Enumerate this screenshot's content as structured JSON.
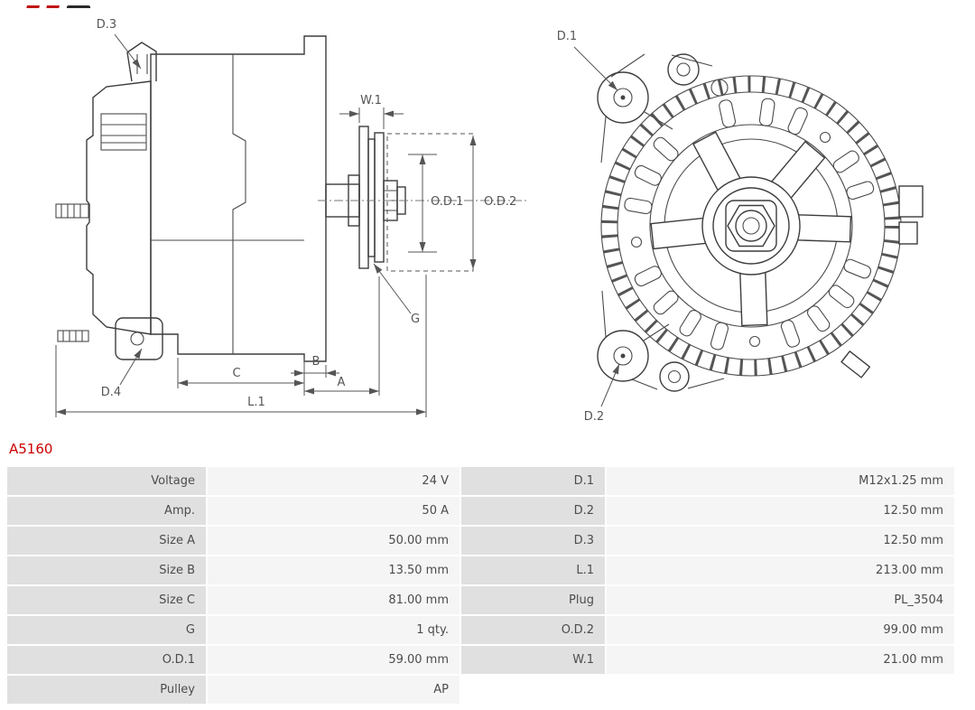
{
  "page": {
    "part_number": "A5160",
    "accent_color": "#cc0000"
  },
  "icons": {
    "brand_logo": "as-pl-logo-partial"
  },
  "drawing": {
    "labels": {
      "d1": "D.1",
      "d2": "D.2",
      "d3": "D.3",
      "d4": "D.4",
      "w1": "W.1",
      "od1": "O.D.1",
      "od2": "O.D.2",
      "g": "G",
      "a": "A",
      "b": "B",
      "c": "C",
      "l1": "L.1"
    }
  },
  "table": {
    "rows": [
      {
        "label_left": "Voltage",
        "value_left": "24 V",
        "label_right": "D.1",
        "value_right": "M12x1.25 mm"
      },
      {
        "label_left": "Amp.",
        "value_left": "50 A",
        "label_right": "D.2",
        "value_right": "12.50 mm"
      },
      {
        "label_left": "Size A",
        "value_left": "50.00 mm",
        "label_right": "D.3",
        "value_right": "12.50 mm"
      },
      {
        "label_left": "Size B",
        "value_left": "13.50 mm",
        "label_right": "L.1",
        "value_right": "213.00 mm"
      },
      {
        "label_left": "Size C",
        "value_left": "81.00 mm",
        "label_right": "Plug",
        "value_right": "PL_3504"
      },
      {
        "label_left": "G",
        "value_left": "1 qty.",
        "label_right": "O.D.2",
        "value_right": "99.00 mm"
      },
      {
        "label_left": "O.D.1",
        "value_left": "59.00 mm",
        "label_right": "W.1",
        "value_right": "21.00 mm"
      },
      {
        "label_left": "Pulley",
        "value_left": "AP",
        "label_right": "",
        "value_right": ""
      }
    ]
  }
}
